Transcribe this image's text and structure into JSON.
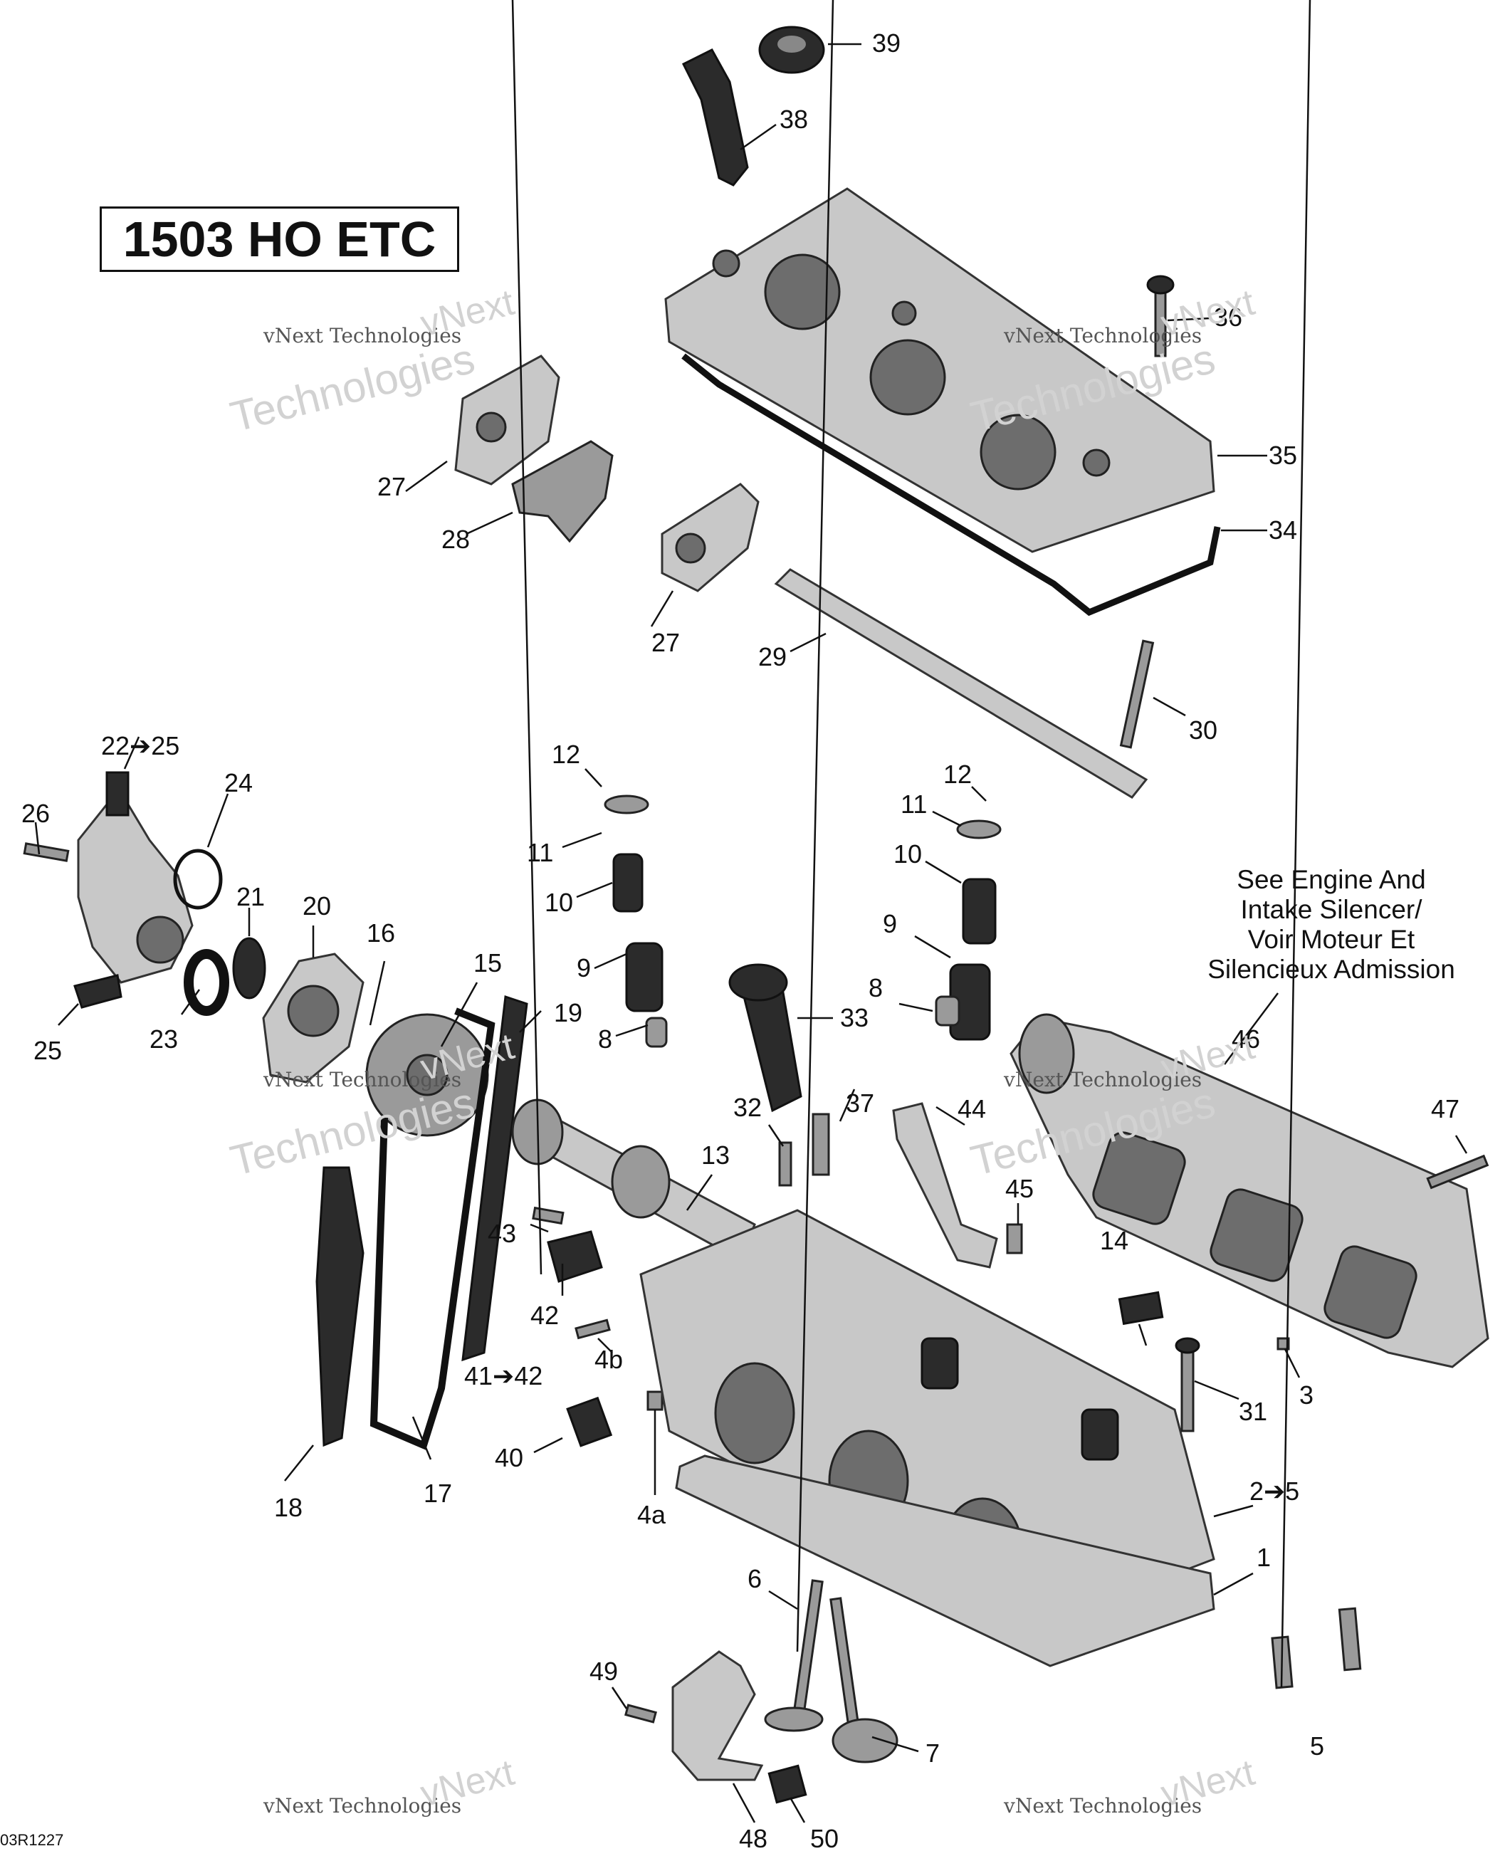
{
  "diagram": {
    "model_label": "1503 HO ETC",
    "note": {
      "line1": "See Engine And",
      "line2": "Intake Silencer/",
      "line3": "Voir Moteur Et",
      "line4": "Silencieux Admission"
    },
    "drawing_code": "03R1227",
    "watermark": {
      "line1": "vNext Technologies",
      "line2": "vNext",
      "line3": "Technologies"
    },
    "callouts": [
      "39",
      "38",
      "36",
      "35",
      "34",
      "27",
      "28",
      "27",
      "29",
      "30",
      "22➔25",
      "24",
      "26",
      "21",
      "20",
      "16",
      "15",
      "19",
      "23",
      "25",
      "12",
      "11",
      "10",
      "9",
      "8",
      "12",
      "11",
      "10",
      "9",
      "8",
      "33",
      "32",
      "37",
      "44",
      "45",
      "46",
      "47",
      "13",
      "43",
      "42",
      "41➔42",
      "4b",
      "40",
      "4a",
      "14",
      "3",
      "31",
      "2➔5",
      "1",
      "6",
      "7",
      "5",
      "49",
      "48",
      "50",
      "17",
      "18"
    ]
  }
}
